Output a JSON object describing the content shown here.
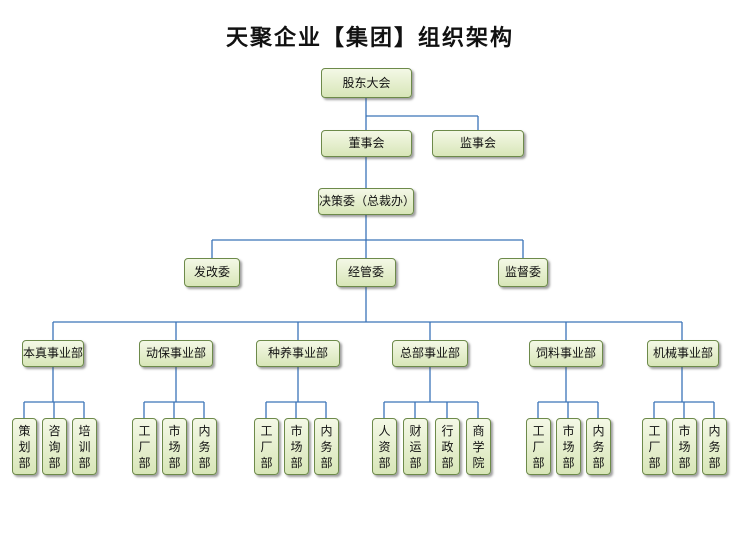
{
  "title": "天聚企业【集团】组织架构",
  "nodes": {
    "shareholders": "股东大会",
    "board": "董事会",
    "supervisory": "监事会",
    "decision": "决策委（总裁办）",
    "reform": "发改委",
    "management": "经管委",
    "supervision": "监督委"
  },
  "divisions": [
    {
      "name": "本真事业部",
      "depts": [
        "策划部",
        "咨询部",
        "培训部"
      ]
    },
    {
      "name": "动保事业部",
      "depts": [
        "工厂部",
        "市场部",
        "内务部"
      ]
    },
    {
      "name": "种养事业部",
      "depts": [
        "工厂部",
        "市场部",
        "内务部"
      ]
    },
    {
      "name": "总部事业部",
      "depts": [
        "人资部",
        "财运部",
        "行政部",
        "商学院"
      ]
    },
    {
      "name": "饲料事业部",
      "depts": [
        "工厂部",
        "市场部",
        "内务部"
      ]
    },
    {
      "name": "机械事业部",
      "depts": [
        "工厂部",
        "市场部",
        "内务部"
      ]
    }
  ]
}
